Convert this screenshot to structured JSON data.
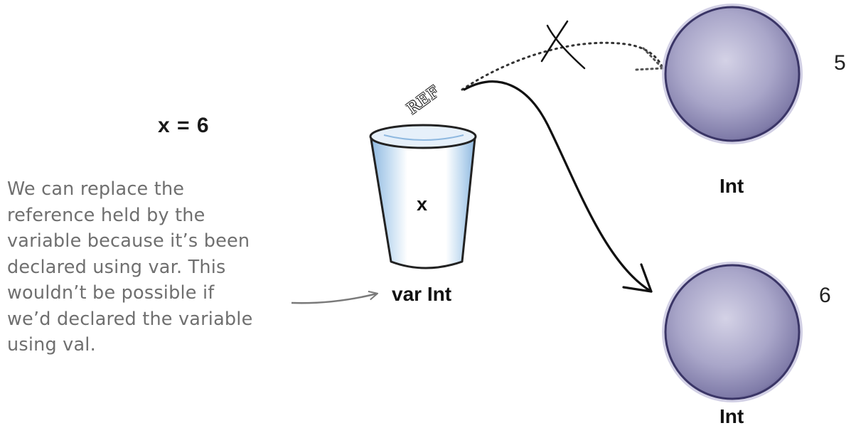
{
  "code_line": "x = 6",
  "note_lines": [
    "We can replace the",
    "reference held by the",
    "variable because it’s been",
    "declared using var. This",
    "wouldn’t be possible if",
    "we’d declared the variable",
    "using val."
  ],
  "variable": {
    "name": "x",
    "type_label": "var Int",
    "reference_label": "REF"
  },
  "objects": [
    {
      "type": "Int",
      "value": "5"
    },
    {
      "type": "Int",
      "value": "6"
    }
  ],
  "colors": {
    "cup_blue": "#9fc4e6",
    "object_purple": "#8f8cb4",
    "note_gray": "#6f6f6f"
  }
}
